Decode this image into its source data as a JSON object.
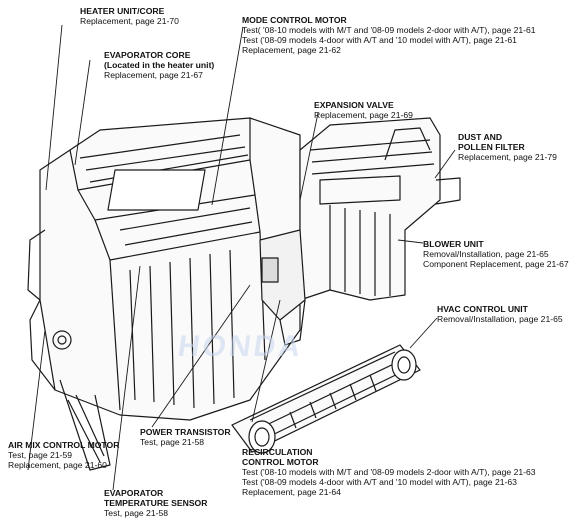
{
  "labels": {
    "heater": {
      "title": "HEATER UNIT/CORE",
      "lines": [
        "Replacement, page 21-70"
      ]
    },
    "evaporator": {
      "title": "EVAPORATOR CORE",
      "subtitle": "(Located in the heater unit)",
      "lines": [
        "Replacement, page 21-67"
      ]
    },
    "mode_motor": {
      "title": "MODE CONTROL MOTOR",
      "lines": [
        "Test( '08-10 models with M/T and '08-09 models 2-door with A/T), page 21-61",
        "Test ('08-09 models 4-door with A/T and '10 model with A/T), page 21-61",
        "Replacement, page 21-62"
      ]
    },
    "expansion": {
      "title": "EXPANSION VALVE",
      "lines": [
        "Replacement, page 21-69"
      ]
    },
    "dust": {
      "title1": "DUST AND",
      "title2": "POLLEN FILTER",
      "lines": [
        "Replacement, page 21-79"
      ]
    },
    "blower": {
      "title": "BLOWER UNIT",
      "lines": [
        "Removal/Installation, page 21-65",
        "Component Replacement, page 21-67"
      ]
    },
    "hvac": {
      "title": "HVAC CONTROL UNIT",
      "lines": [
        "Removal/Installation, page 21-65"
      ]
    },
    "airmix": {
      "title": "AIR MIX CONTROL MOTOR",
      "lines": [
        "Test, page 21-59",
        "Replacement, page 21-60"
      ]
    },
    "power": {
      "title": "POWER TRANSISTOR",
      "lines": [
        "Test, page 21-58"
      ]
    },
    "recirc": {
      "title1": "RECIRCULATION",
      "title2": "CONTROL MOTOR",
      "lines": [
        "Test ('08-10 models with M/T and '08-09 models 2-door with A/T), page 21-63",
        "Test ('08-09 models 4-door with A/T and '10 model with A/T), page 21-63",
        "Replacement, page 21-64"
      ]
    },
    "evap_sensor": {
      "title1": "EVAPORATOR",
      "title2": "TEMPERATURE SENSOR",
      "lines": [
        "Test, page 21-58"
      ]
    }
  },
  "watermark": "HONDA",
  "colors": {
    "ink": "#111111",
    "line": "#1a1a1a",
    "watermark": "#c9d6ee"
  }
}
